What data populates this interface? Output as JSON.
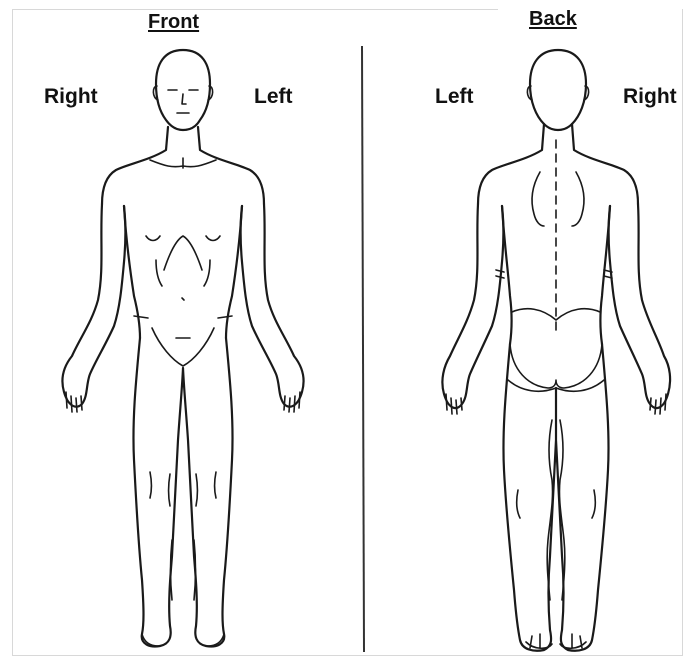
{
  "front": {
    "title": "Front",
    "side_left_of_image": "Right",
    "side_right_of_image": "Left"
  },
  "back": {
    "title": "Back",
    "side_left_of_image": "Left",
    "side_right_of_image": "Right"
  },
  "colors": {
    "line": "#1a1a1a",
    "background": "#ffffff"
  }
}
